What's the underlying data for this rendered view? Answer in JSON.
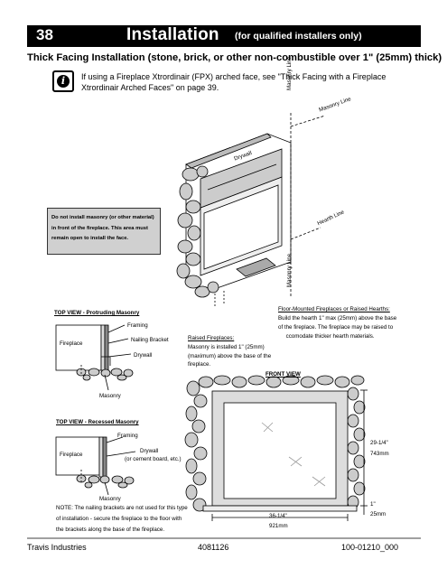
{
  "header": {
    "page_number": "38",
    "title": "Installation",
    "subtitle": "(for qualified installers only)"
  },
  "heading": "Thick Facing Installation (stone, brick, or other non-combustible over 1\" (25mm) thick)",
  "note": {
    "icon": "info-icon",
    "text": "If using a Fireplace Xtrordinair (FPX) arched face, see \"Thick Facing with a Fireplace Xtrordinair Arched Faces\" on page 39."
  },
  "diagram_labels": {
    "masonry_line_vertical_top": "Masonry Line",
    "masonry_line_diag": "Masonry Line",
    "drywall": "Drywall",
    "hearth_line": "Hearth Line",
    "masonry_line_vertical_bottom": "Masonry Line",
    "warning": "Do not install masonry (or other material) in front of the fireplace. This area must remain open to install the face.",
    "top_view_protruding": "TOP VIEW - Protruding Masonry",
    "framing_1": "Framing",
    "nailing_bracket": "Nailing Bracket",
    "fireplace_1": "Fireplace",
    "drywall_1": "Drywall",
    "masonry_1": "Masonry",
    "raised_fireplaces_title": "Raised Fireplaces:",
    "raised_fireplaces_text": [
      "Masonry is installed 1\" (25mm)",
      "(maximum) above the base of the",
      "fireplace."
    ],
    "floor_mounted_title": "Floor-Mounted Fireplaces or Raised Hearths:",
    "floor_mounted_text": [
      "Build the hearth 1\" max (25mm) above the  base",
      "of the fireplace.  The fireplace may be raised to",
      "     ccomodate thicker hearth materials."
    ],
    "front_view": "FRONT VIEW",
    "top_view_recessed": "TOP VIEW - Recessed Masonry",
    "framing_2": "Framing",
    "fireplace_2": "Fireplace",
    "drywall_2": "Drywall",
    "drywall_2_sub": "(or cement board, etc.)",
    "masonry_2": "Masonry",
    "nailing_note": [
      "NOTE: The nailing brackets are not used for this type",
      "of installation - secure the fireplace to the floor with",
      "the brackets along the base of the fireplace."
    ],
    "dim_height_in": "29-1/4\"",
    "dim_height_mm": "743mm",
    "dim_width_in": "36-1/4\"",
    "dim_width_mm": "921mm",
    "dim_hearth_in": "1\"",
    "dim_hearth_mm": "25mm"
  },
  "footer": {
    "company": "Travis Industries",
    "doc_number": "4081126",
    "part_number": "100-01210_000"
  }
}
